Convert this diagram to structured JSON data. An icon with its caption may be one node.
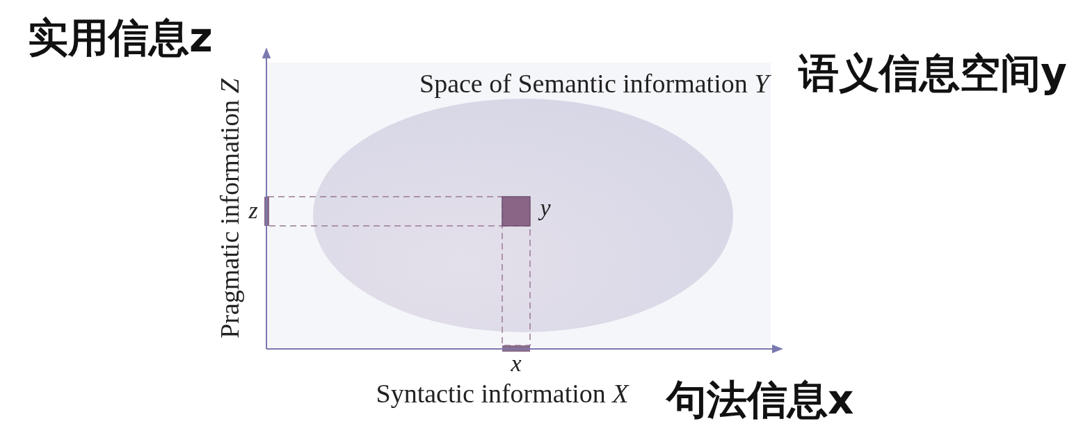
{
  "diagram": {
    "labels": [
      "实用信息z",
      "语义信息空间y",
      "Space of Semantic information *Y*",
      "Pragmatic information *Z*",
      "z",
      "y",
      "x",
      "Syntactic information *X*",
      "句法信息x"
    ]
  }
}
